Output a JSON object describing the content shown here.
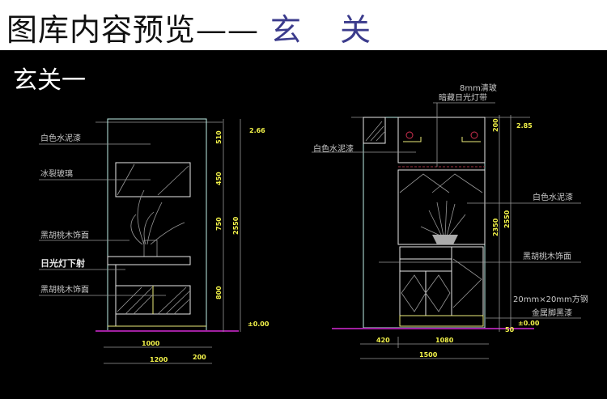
{
  "header": {
    "title": "图库内容预览——",
    "title_accent": "玄 关"
  },
  "subtitle": "玄关一",
  "colors": {
    "header_bg": "#ffffff",
    "accent": "#3b3b8c",
    "canvas_bg": "#000000",
    "dimension_text": "#f4f44a",
    "floor_line": "#a020a0"
  },
  "left_elevation": {
    "labels": [
      "白色水泥漆",
      "冰裂玻璃",
      "黑胡桃木饰面",
      "日光灯下射",
      "黑胡桃木饰面"
    ],
    "vertical_dims": [
      "510",
      "450",
      "750",
      "800"
    ],
    "total_height": "2550",
    "levels": [
      "2.66",
      "±0.00"
    ],
    "horizontal_dims": [
      "1000",
      "200"
    ],
    "total_width": "1200"
  },
  "right_elevation": {
    "labels": [
      "8mm清玻",
      "暗藏日光灯带",
      "白色水泥漆",
      "白色水泥漆",
      "黑胡桃木饰面",
      "20mm×20mm方钢",
      "金属脚黑漆"
    ],
    "vertical_dims": [
      "200",
      "2350",
      "2550",
      "50"
    ],
    "levels": [
      "2.85",
      "±0.00"
    ],
    "horizontal_dims": [
      "420",
      "1080"
    ],
    "total_width": "1500"
  }
}
